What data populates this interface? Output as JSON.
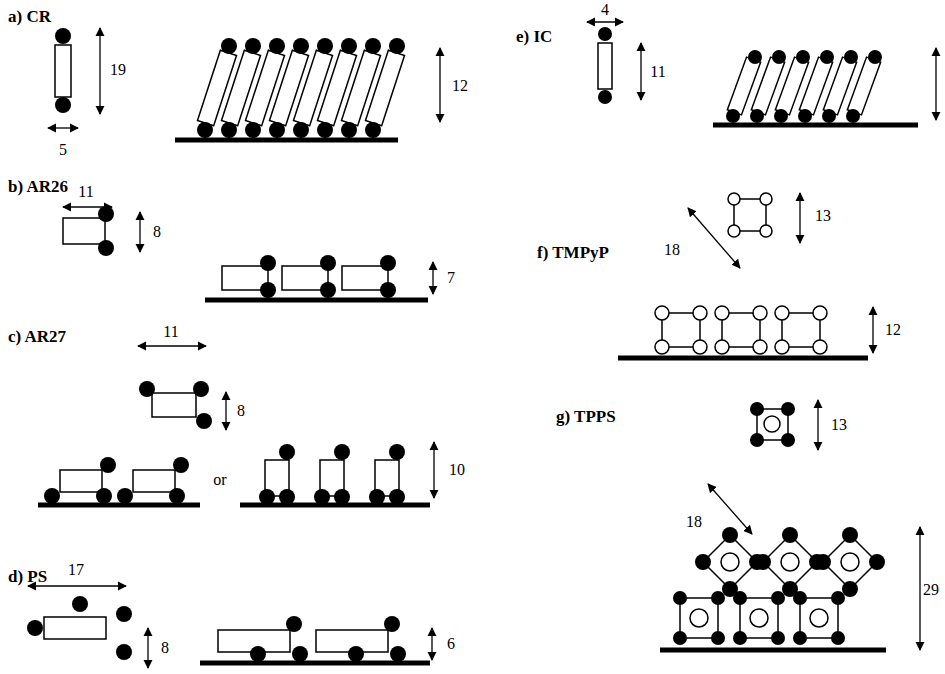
{
  "diagram": {
    "labels": [
      "a) CR",
      "19",
      "5",
      "12",
      "b) AR26",
      "11",
      "8",
      "7",
      "c) AR27",
      "11",
      "8",
      "or",
      "10",
      "d) PS",
      "17",
      "8",
      "6",
      "e) IC",
      "4",
      "11",
      "f) TMPyP",
      "18",
      "13",
      "12",
      "g) TPPS",
      "18",
      "13",
      "29"
    ]
  }
}
